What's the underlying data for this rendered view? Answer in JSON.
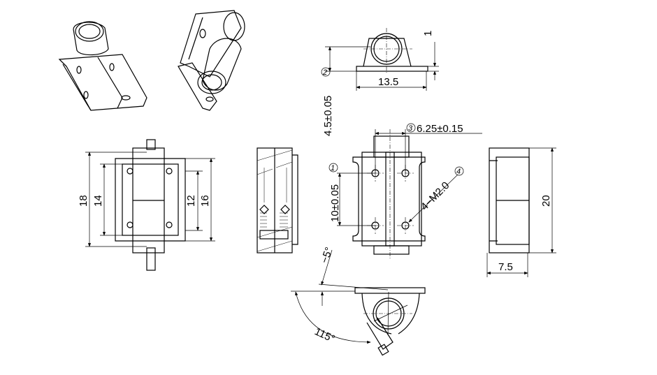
{
  "drawing": {
    "top_view": {
      "dim_thickness": "1",
      "dim_width": "13.5",
      "dim_height": "4.5±0.05",
      "callout_height": "2"
    },
    "front_view": {
      "dim_hole_pitch": "6.25±0.15",
      "callout_pitch": "3",
      "dim_hole_spacing": "10±0.05",
      "callout_spacing": "1",
      "thread_note": "4−M2.0",
      "callout_thread": "4"
    },
    "left_view": {
      "dim_overall": "18",
      "dim_inner": "14",
      "dim_plate": "12",
      "dim_plate_outer": "16"
    },
    "right_view": {
      "dim_height": "20",
      "dim_depth": "7.5"
    },
    "rotation_view": {
      "angle_back": "−5°",
      "angle_open": "115°"
    }
  }
}
